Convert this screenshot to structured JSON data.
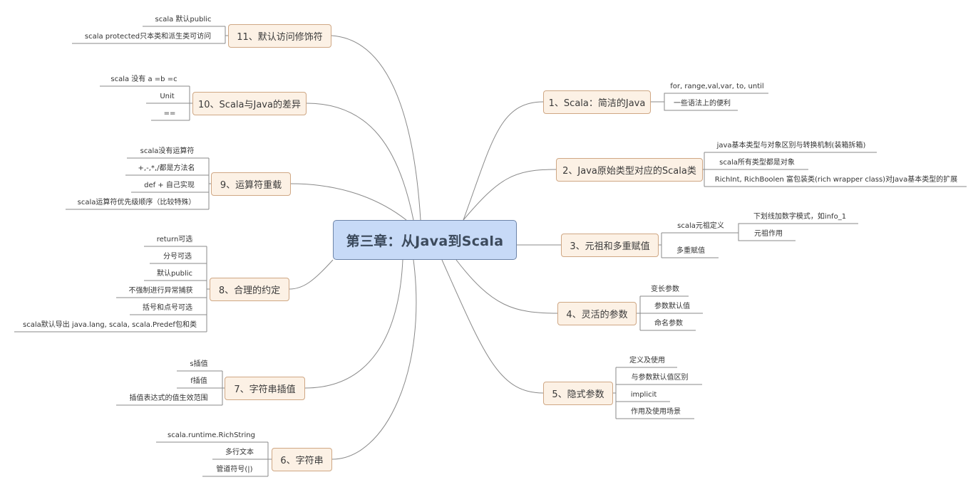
{
  "central": "第三章：从Java到Scala",
  "colors": {
    "central_fill": "#c7daf7",
    "topic_fill": "#fcf1e5",
    "topic_border": "#cfa784",
    "line": "#8a8a8a"
  },
  "topics": {
    "t1": "1、Scala：简洁的Java",
    "t2": "2、Java原始类型对应的Scala类",
    "t3": "3、元祖和多重赋值",
    "t4": "4、灵活的参数",
    "t5": "5、隐式参数",
    "t6": "6、字符串",
    "t7": "7、字符串插值",
    "t8": "8、合理的约定",
    "t9": "9、运算符重载",
    "t10": "10、Scala与Java的差异",
    "t11": "11、默认访问修饰符"
  },
  "leaves": {
    "t1": [
      "for, range,val,var, to, until",
      "一些语法上的便利"
    ],
    "t2": [
      "java基本类型与对象区别与转换机制(装箱拆箱)",
      "scala所有类型都是对象",
      "RichInt, RichBoolen 富包装类(rich wrapper class)对Java基本类型的扩展"
    ],
    "t3": [
      "scala元祖定义",
      "多重赋值"
    ],
    "t3_sub": [
      "下划线加数字模式，如info_1",
      "元祖作用"
    ],
    "t4": [
      "变长参数",
      "参数默认值",
      "命名参数"
    ],
    "t5": [
      "定义及使用",
      "与参数默认值区别",
      "implicit",
      "作用及使用场景"
    ],
    "t6": [
      "scala.runtime.RichString",
      "多行文本",
      "管道符号(|)"
    ],
    "t7": [
      "s插值",
      "f插值",
      "插值表达式的值生效范围"
    ],
    "t8": [
      "return可选",
      "分号可选",
      "默认public",
      "不强制进行异常捕获",
      "括号和点号可选",
      "scala默认导出 java.lang, scala, scala.Predef包和类"
    ],
    "t9": [
      "scala没有运算符",
      "+,-,*,/都是方法名",
      "def + 自己实现",
      "scala运算符优先级顺序（比较特殊）"
    ],
    "t10": [
      "scala 没有 a =b =c",
      "Unit",
      "=="
    ],
    "t11": [
      "scala 默认public",
      "scala protected只本类和派生类可访问"
    ]
  }
}
